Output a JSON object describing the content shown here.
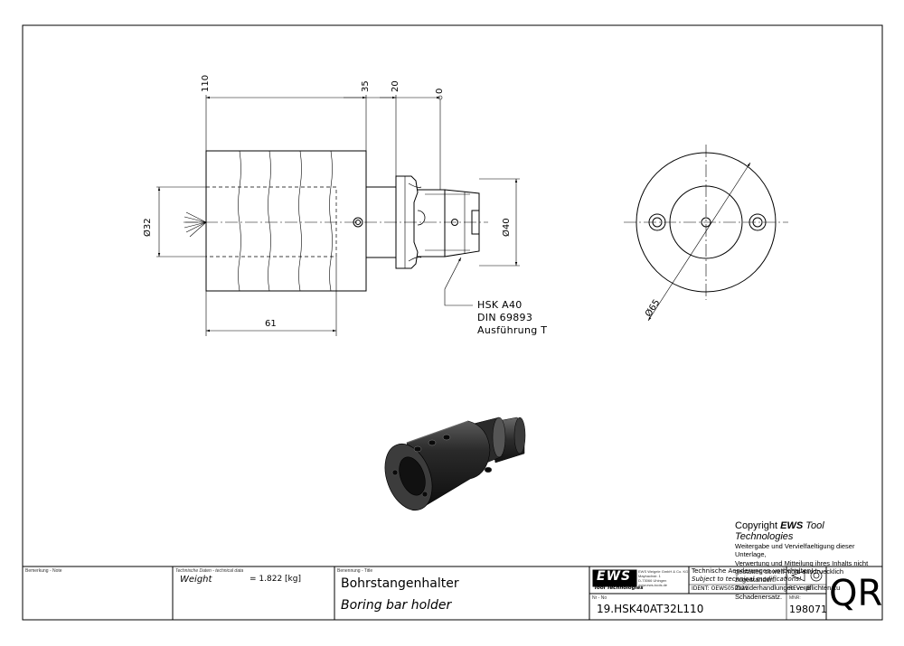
{
  "dimensions": {
    "length_110": "110",
    "length_35": "35",
    "length_20": "20",
    "length_0": "0",
    "dia_32": "Ø32",
    "dia_40": "Ø40",
    "length_61": "61",
    "dia_65": "Ø65"
  },
  "callout": {
    "line1": "HSK A40",
    "line2": "DIN 69893",
    "line3": "Ausführung T"
  },
  "copyright": {
    "prefix": "Copyright ",
    "brand": "EWS",
    "suffix": " Tool Technologies",
    "lines": [
      "Weitergabe und Vervielfaeltigung dieser Unterlage,",
      "Verwertung und Mitteilung ihres Inhalts nicht",
      "gestattet, soweit nicht ausdruecklich zugestanden.",
      "Zuwiderhandlungen verpflichten zu Schadenersatz."
    ]
  },
  "title_block": {
    "remarks_label": "Bemerkung - Note",
    "tech_label": "Technische Daten - technical data",
    "weight_label": "Weight",
    "weight_value": "= 1.822 [kg]",
    "title_label": "Benennung - Title",
    "title_de": "Bohrstangenhalter",
    "title_en": "Boring bar holder",
    "logo_text": "EWS",
    "logo_sub": "Tool Technologies",
    "company_lines": [
      "EWS Weigele GmbH & Co. KG",
      "Maybachstr. 1",
      "D-73066 Uhingen",
      "www.ews-tools.de"
    ],
    "notice_de": "Technische Aenderungen vorbehalten!",
    "notice_en": "Subject to technical modifications!",
    "ident": "IDENT: OEWS050021",
    "rev": "REV: -/B",
    "nr_label": "Nr - No",
    "part_number": "19.HSK40AT32L110",
    "mnr_label": "MNR:",
    "mnr": "198071",
    "qr": "QR"
  },
  "colors": {
    "line": "#000000",
    "part_dark": "#1b1b1b",
    "part_mid": "#3a3a3a",
    "part_light": "#7a7a7a"
  }
}
